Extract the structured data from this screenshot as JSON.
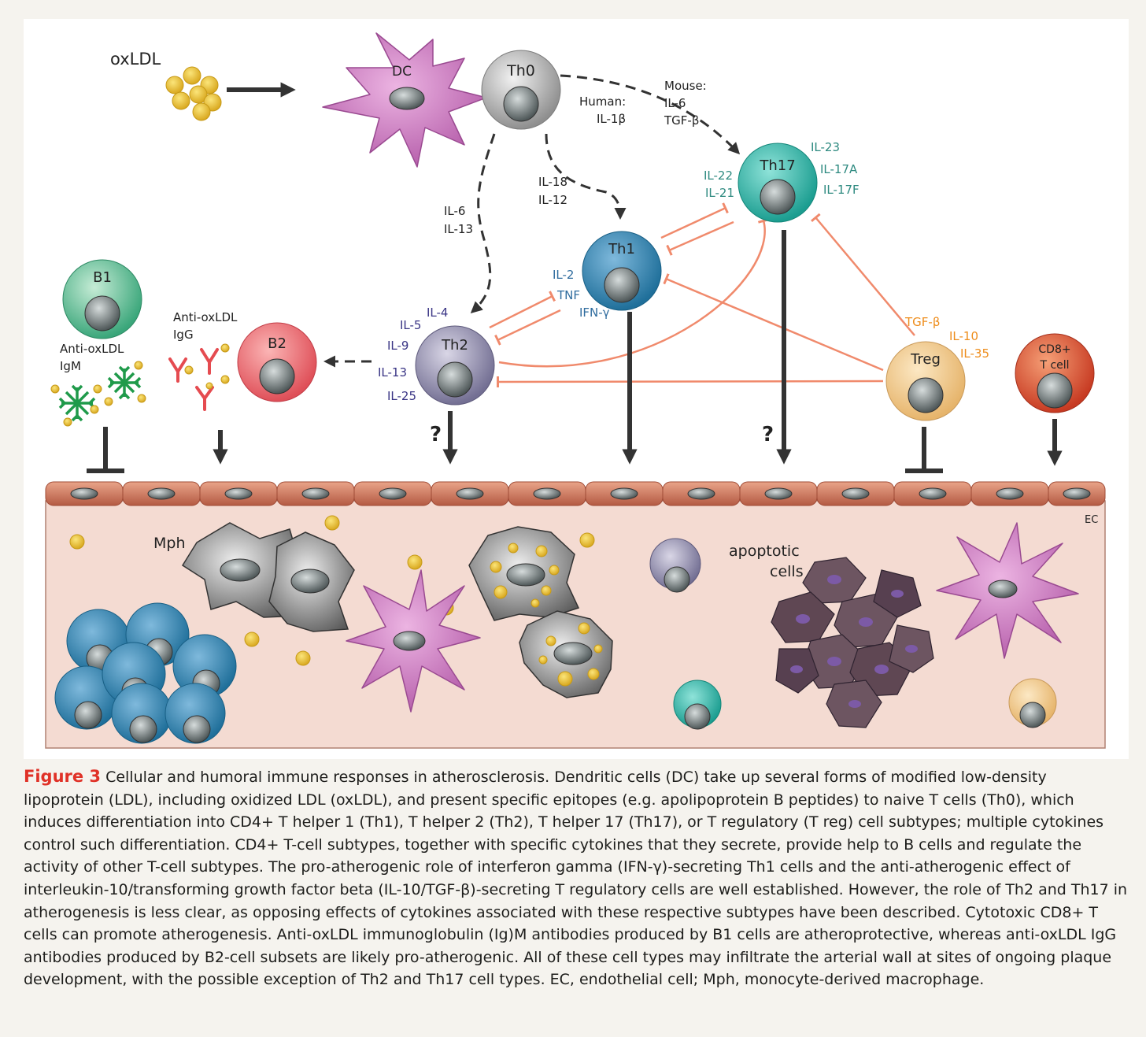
{
  "labels": {
    "oxldl": "oxLDL",
    "dc": "DC",
    "th0": "Th0",
    "human": "Human:",
    "human_il1b": "IL-1β",
    "mouse": "Mouse:",
    "mouse_il6": "IL-6",
    "mouse_tgfb": "TGF-β",
    "th17": "Th17",
    "th17_cytokines_left": [
      "IL-22",
      "IL-21"
    ],
    "th17_cytokines_right": [
      "IL-23",
      "IL-17A",
      "IL-17F"
    ],
    "th1_inducers": [
      "IL-18",
      "IL-12"
    ],
    "th2_inducers": [
      "IL-6",
      "IL-13"
    ],
    "th1": "Th1",
    "th1_cytokines": [
      "IL-2",
      "TNF",
      "IFN-γ"
    ],
    "th2": "Th2",
    "th2_cytokines": [
      "IL-4",
      "IL-5",
      "IL-9",
      "IL-13",
      "IL-25"
    ],
    "b1": "B1",
    "b1_antibody": [
      "Anti-oxLDL",
      "IgM"
    ],
    "b2": "B2",
    "b2_antibody": [
      "Anti-oxLDL",
      "IgG"
    ],
    "treg": "Treg",
    "treg_cytokines": [
      "TGF-β",
      "IL-10",
      "IL-35"
    ],
    "cd8": [
      "CD8+",
      "T cell"
    ],
    "question": "?",
    "ec": "EC",
    "mph": "Mph",
    "apoptotic": [
      "apoptotic",
      "cells"
    ]
  },
  "colors": {
    "th1_cytokine_text": "#2f6c9e",
    "th2_cytokine_text": "#3a3585",
    "th17_cytokine_text": "#2e8a80",
    "treg_cytokine_text": "#ee8d1c",
    "inhibit_line": "#f08a6c",
    "caption_label": "#e03127"
  },
  "caption": {
    "label": "Figure 3",
    "text": "Cellular and humoral immune responses in atherosclerosis. Dendritic cells (DC) take up several forms of modified low-density lipoprotein (LDL), including oxidized LDL (oxLDL), and present specific epitopes (e.g. apolipoprotein B peptides) to naive T cells (Th0), which induces differentiation into CD4+ T helper 1 (Th1), T helper 2 (Th2), T helper 17 (Th17), or T regulatory (T reg) cell subtypes; multiple cytokines control such differentiation. CD4+ T-cell subtypes, together with specific cytokines that they secrete, provide help to B cells and regulate the activity of other T-cell subtypes. The pro-atherogenic role of interferon gamma (IFN-γ)-secreting Th1 cells and the anti-atherogenic effect of interleukin-10/transforming growth factor beta (IL-10/TGF-β)-secreting T regulatory cells are well established. However, the role of Th2 and Th17 in atherogenesis is less clear, as opposing effects of cytokines associated with these respective subtypes have been described. Cytotoxic CD8+ T cells can promote atherogenesis. Anti-oxLDL immunoglobulin (Ig)M antibodies produced by B1 cells are atheroprotective, whereas anti-oxLDL IgG antibodies produced by B2-cell subsets are likely pro-atherogenic. All of these cell types may infiltrate the arterial wall at sites of ongoing plaque development, with the possible exception of Th2 and Th17 cell types. EC, endothelial cell; Mph, monocyte-derived macrophage."
  }
}
